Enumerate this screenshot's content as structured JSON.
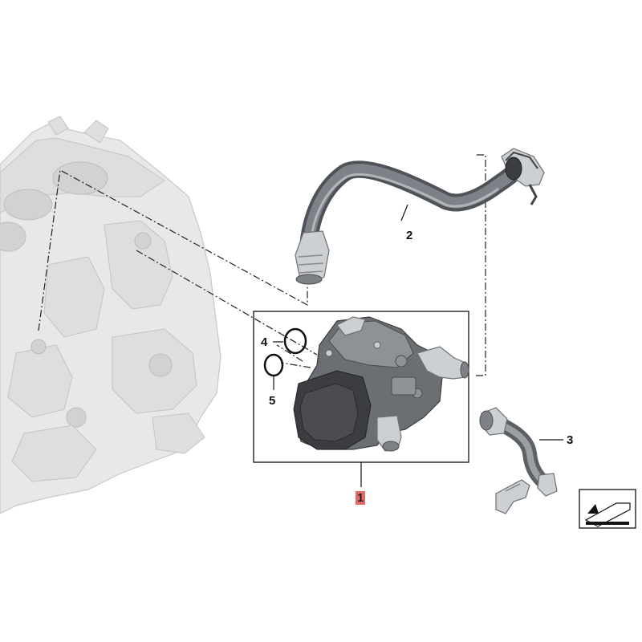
{
  "diagram": {
    "callouts": [
      {
        "id": "1",
        "label": "1",
        "highlight": true
      },
      {
        "id": "2",
        "label": "2",
        "highlight": false
      },
      {
        "id": "3",
        "label": "3",
        "highlight": false
      },
      {
        "id": "4",
        "label": "4",
        "highlight": false
      },
      {
        "id": "5",
        "label": "5",
        "highlight": false
      }
    ],
    "colors": {
      "engine_block": "#e6e6e6",
      "engine_block_stroke": "#c4c4c4",
      "hose": "#6d7278",
      "hose_highlight": "#a9aeb3",
      "pump_body": "#5e6165",
      "pump_dark": "#35373a",
      "metal": "#cfd1d3",
      "highlight": "#e46a6a",
      "line": "#111111"
    },
    "icons": [
      "direction-arrow-icon"
    ]
  }
}
